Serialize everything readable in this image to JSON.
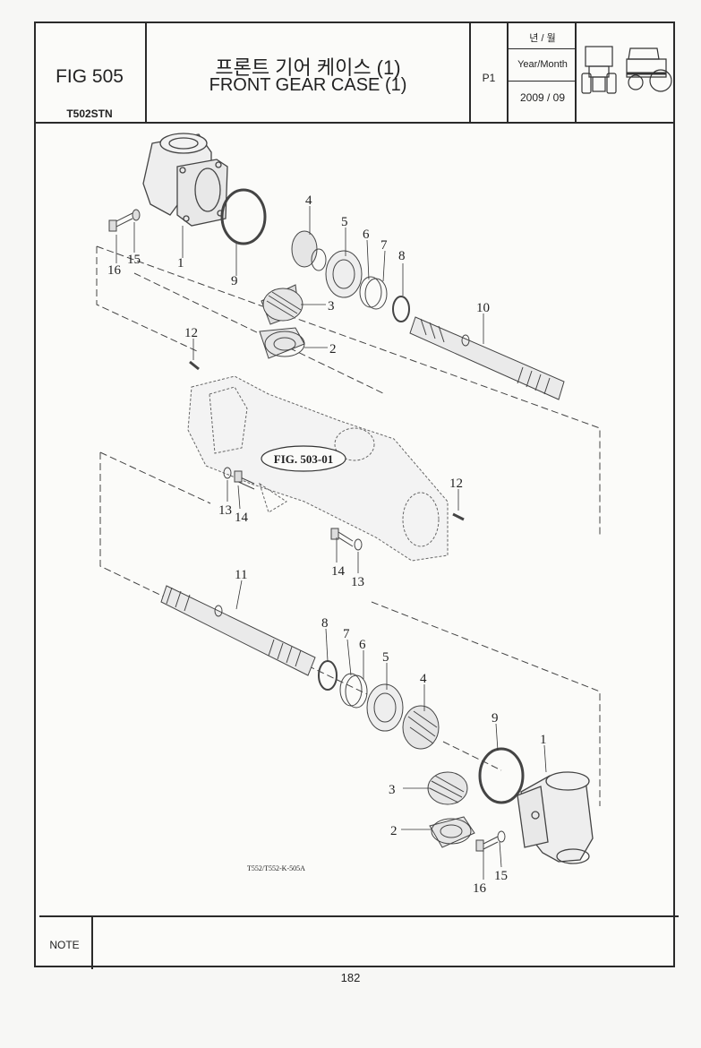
{
  "header": {
    "fig_number": "FIG 505",
    "model": "T502STN",
    "title_ko": "프론트 기어 케이스 (1)",
    "title_en": "FRONT GEAR CASE (1)",
    "page": "P1",
    "year_month_ko": "년 / 월",
    "year_month_en": "Year/Month",
    "year_month_value": "2009 / 09"
  },
  "drawing": {
    "reference": "FIG. 503-01",
    "drawing_number": "T552/T552-K-505A",
    "callouts": {
      "c1": "1",
      "c2": "2",
      "c3": "3",
      "c4": "4",
      "c5": "5",
      "c6": "6",
      "c7": "7",
      "c8": "8",
      "c9": "9",
      "c10": "10",
      "c11": "11",
      "c12": "12",
      "c12b": "12",
      "c13": "13",
      "c13b": "13",
      "c14": "14",
      "c14b": "14",
      "c15": "15",
      "c16": "16",
      "d1": "1",
      "d2": "2",
      "d3": "3",
      "d4": "4",
      "d5": "5",
      "d6": "6",
      "d7": "7",
      "d8": "8",
      "d9": "9",
      "d15": "15",
      "d16": "16"
    }
  },
  "footer": {
    "note_label": "NOTE",
    "page_number": "182"
  }
}
